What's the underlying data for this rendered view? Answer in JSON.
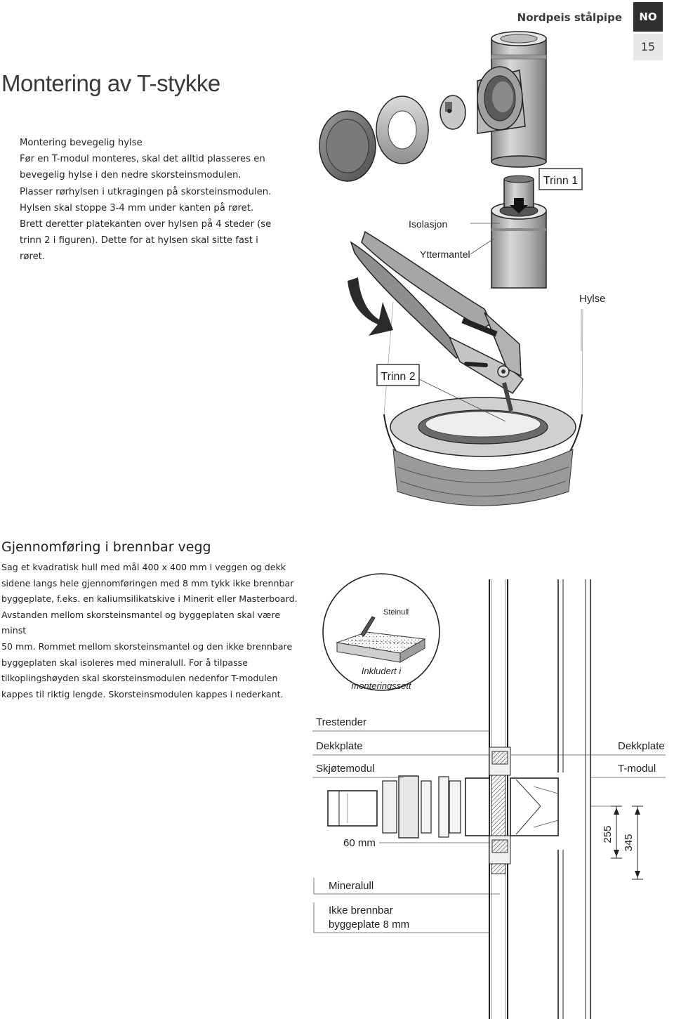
{
  "header": {
    "brand": "Nordpeis stålpipe",
    "lang_code": "NO",
    "page_number": "15"
  },
  "page_title": "Montering av T-stykke",
  "intro": {
    "heading": "Montering bevegelig hylse",
    "lines": [
      "Før en T-modul monteres, skal det alltid plasseres en",
      "bevegelig hylse i den nedre skorsteinsmodulen.",
      "Plasser rørhylsen i utkragingen på skorsteinsmodulen.",
      "Hylsen skal stoppe 3-4 mm under kanten på røret.",
      "Brett deretter platekanten over hylsen på 4 steder (se",
      "trinn 2 i figuren). Dette for at hylsen skal sitte fast i",
      "røret."
    ]
  },
  "figure_top": {
    "trinn1": "Trinn 1",
    "isolasjon": "Isolasjon",
    "yttermantel": "Yttermantel",
    "hylse": "Hylse",
    "trinn2": "Trinn 2"
  },
  "section2": {
    "heading": "Gjennomføring i brennbar vegg",
    "lines": [
      "Sag et kvadratisk hull med mål 400 x 400 mm i veggen og dekk",
      "sidene langs hele gjennomføringen med 8 mm tykk ikke brennbar",
      "byggeplate, f.eks. en kaliumsilikatskive i Minerit eller Masterboard.",
      "Avstanden mellom skorsteinsmantel og byggeplaten skal være minst",
      "50 mm. Rommet mellom skorsteinsmantel og den ikke brennbare",
      "byggeplaten skal isoleres med mineralull. For å tilpasse",
      "tilkoplingshøyden skal skorsteinsmodulen nedenfor T-modulen",
      "kappes til riktig lengde. Skorsteinsmodulen kappes i nederkant."
    ]
  },
  "figure_bottom": {
    "steinull": "Steinull",
    "inkludert_1": "Inkludert i",
    "inkludert_2": "monteringssett",
    "trestender": "Trestender",
    "dekkplate_left": "Dekkplate",
    "dekkplate_right": "Dekkplate",
    "skjotemodul": "Skjøtemodul",
    "t_modul": "T-modul",
    "mm60": "60 mm",
    "dim255": "255",
    "dim345": "345",
    "mineralull": "Mineralull",
    "ikke_brennbar_1": "Ikke brennbar",
    "ikke_brennbar_2": "byggeplate 8 mm"
  },
  "colors": {
    "header_dark": "#2f2f2f",
    "page_box": "#e8e8e8",
    "text": "#231f20",
    "metal_light": "#d9d9d9",
    "metal_mid": "#a8a8a8",
    "metal_dark": "#6e6e6e"
  }
}
